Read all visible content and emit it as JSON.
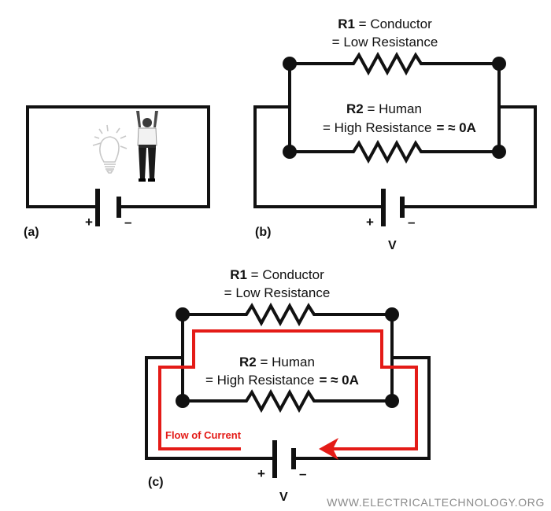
{
  "diagram_a": {
    "label": "(a)",
    "battery": {
      "plus": "+",
      "minus": "–"
    }
  },
  "diagram_b": {
    "label": "(b)",
    "r1": {
      "name": "R1",
      "eq": " = Conductor",
      "line2": "= Low Resistance"
    },
    "r2": {
      "name": "R2",
      "eq": " = Human",
      "line2": "= High Resistance",
      "approx": "= ≈ 0A"
    },
    "battery": {
      "plus": "+",
      "minus": "–",
      "voltage": "V"
    }
  },
  "diagram_c": {
    "label": "(c)",
    "r1": {
      "name": "R1",
      "eq": " = Conductor",
      "line2": "= Low Resistance"
    },
    "r2": {
      "name": "R2",
      "eq": " = Human",
      "line2": "= High Resistance",
      "approx": "= ≈ 0A"
    },
    "battery": {
      "plus": "+",
      "minus": "–",
      "voltage": "V"
    },
    "flow_label": "Flow of Current"
  },
  "footer": "WWW.ELECTRICALTECHNOLOGY.ORG",
  "colors": {
    "wire": "#111111",
    "current": "#e41b17",
    "bulb": "#c8c8c8",
    "footer": "#8a8a8a"
  }
}
